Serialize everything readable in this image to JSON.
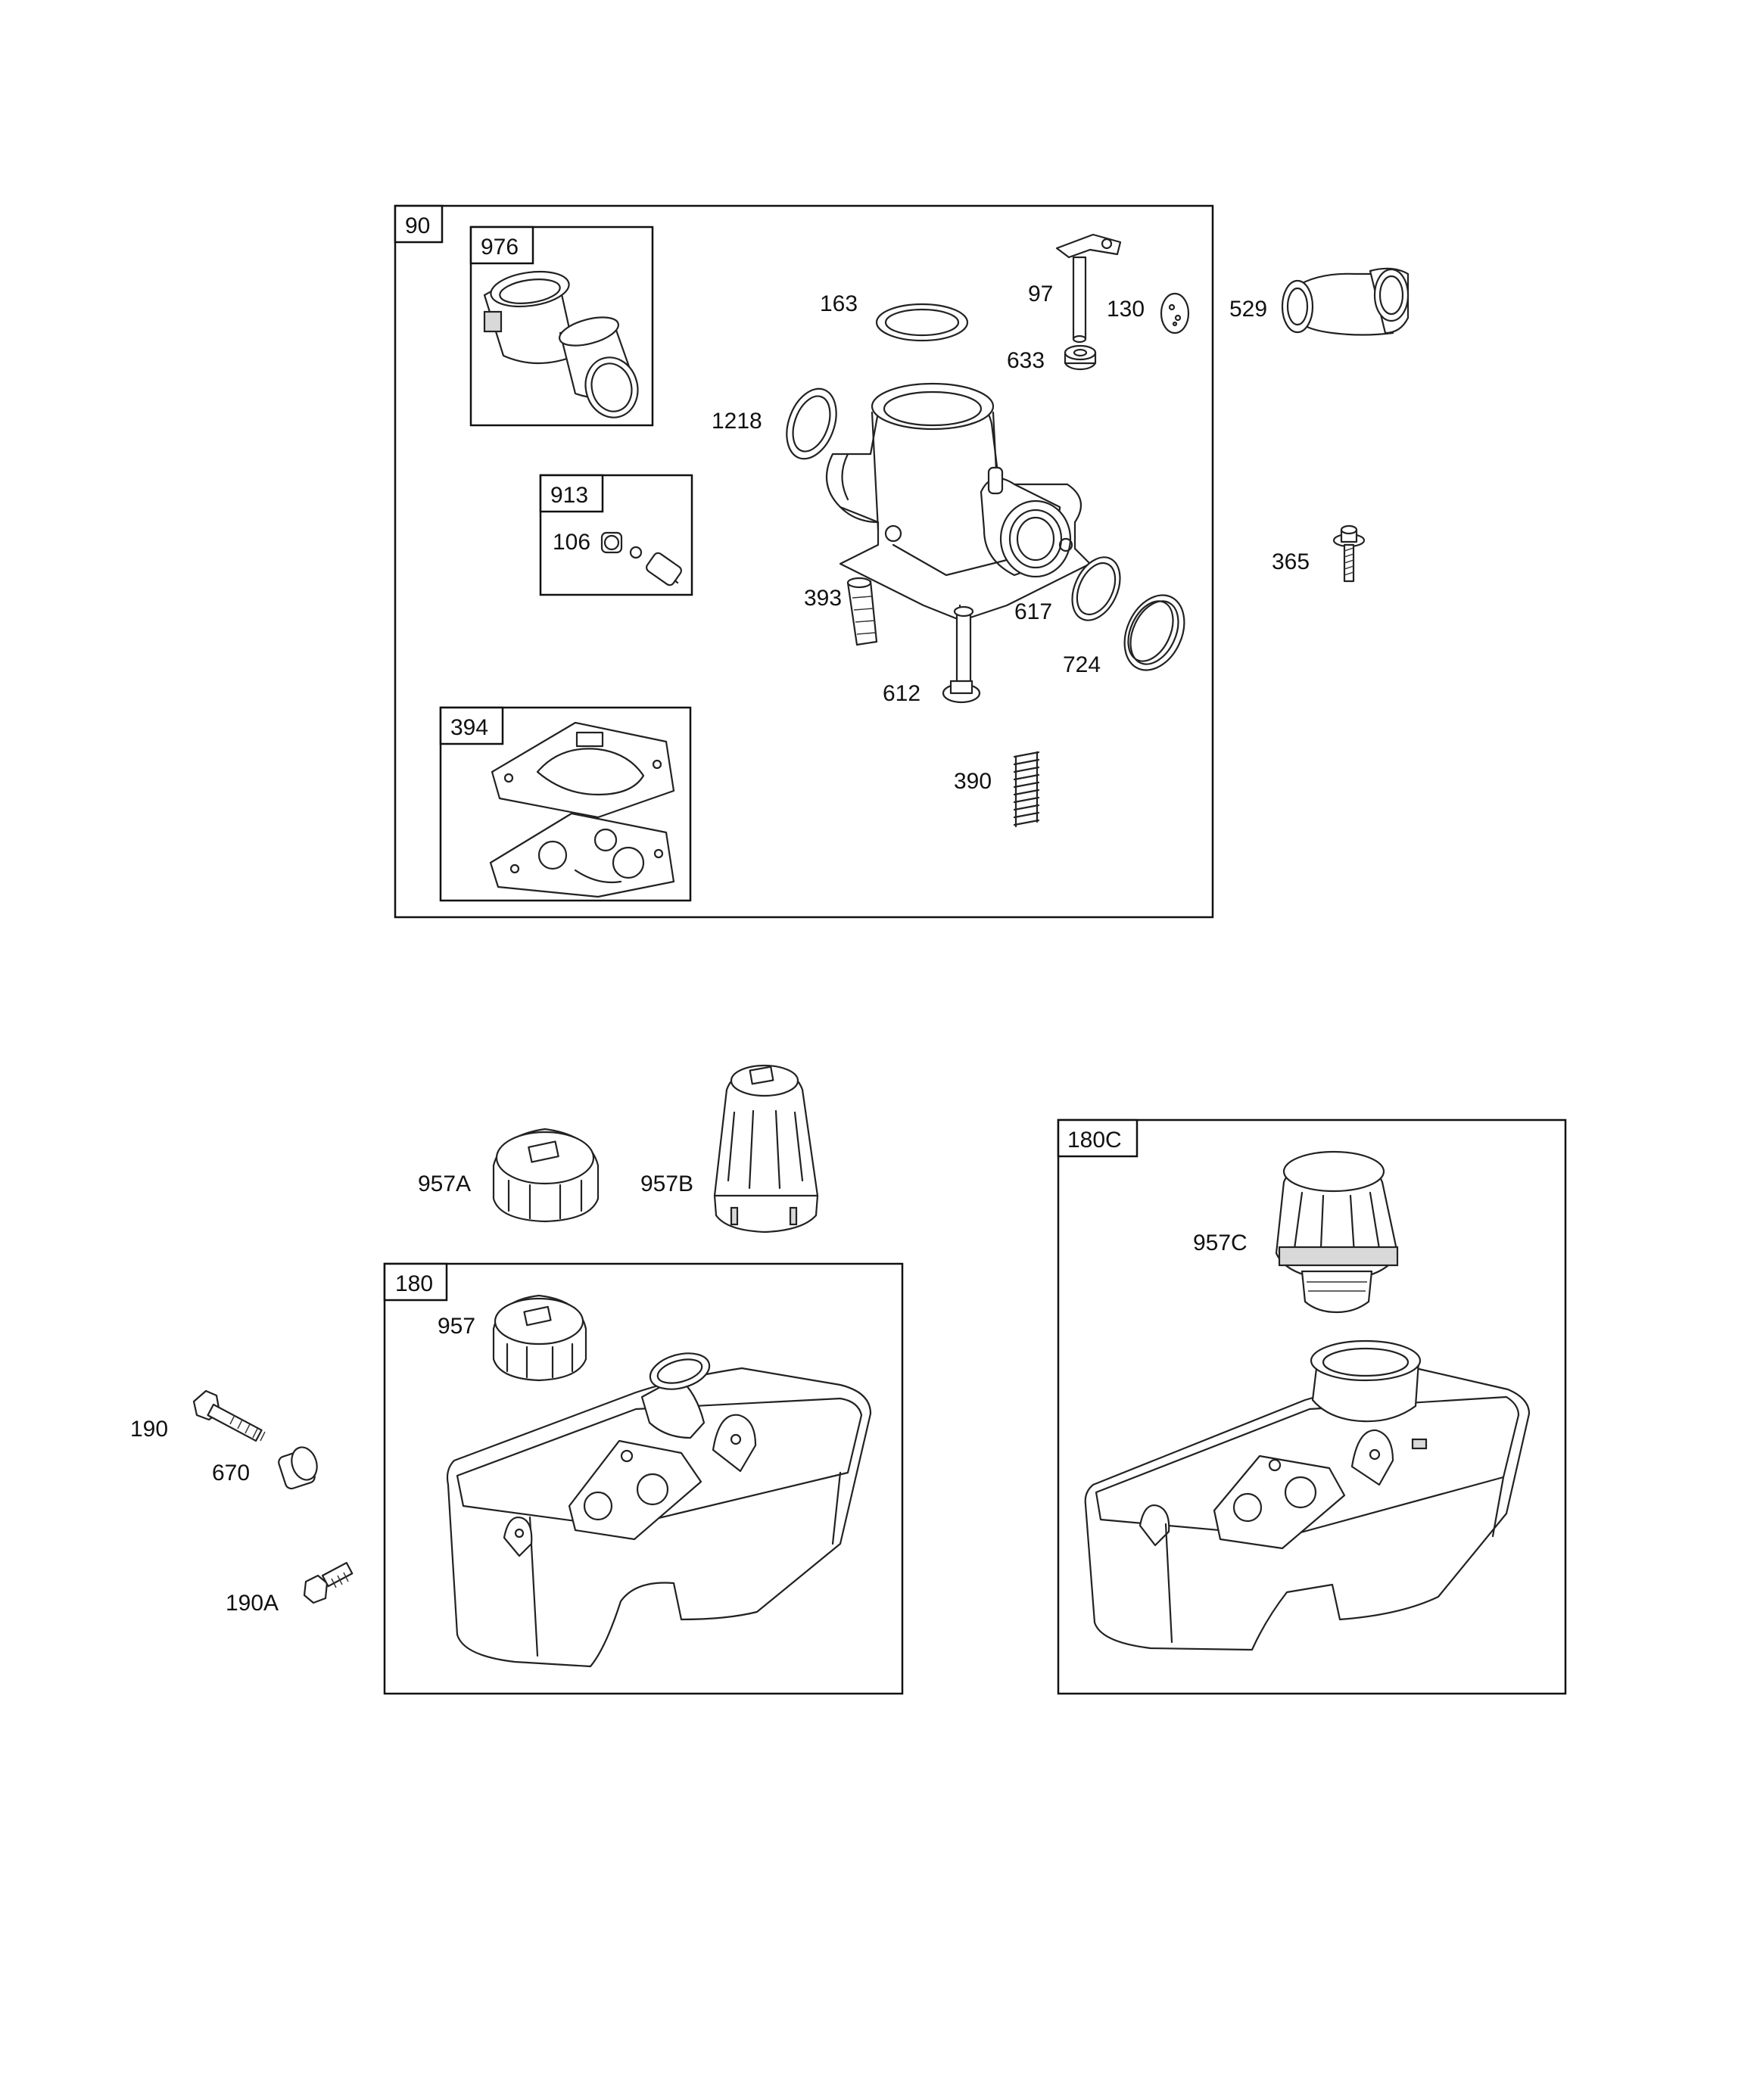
{
  "kits": {
    "k90": "90",
    "k976": "976",
    "k913": "913",
    "k394": "394",
    "k180": "180",
    "k180c": "180C"
  },
  "labels": {
    "p163": "163",
    "p97": "97",
    "p130": "130",
    "p633": "633",
    "p529": "529",
    "p1218": "1218",
    "p106": "106",
    "p365": "365",
    "p393": "393",
    "p617": "617",
    "p724": "724",
    "p612": "612",
    "p390": "390",
    "p957a": "957A",
    "p957b": "957B",
    "p957c": "957C",
    "p957": "957",
    "p190": "190",
    "p670": "670",
    "p190a": "190A"
  }
}
